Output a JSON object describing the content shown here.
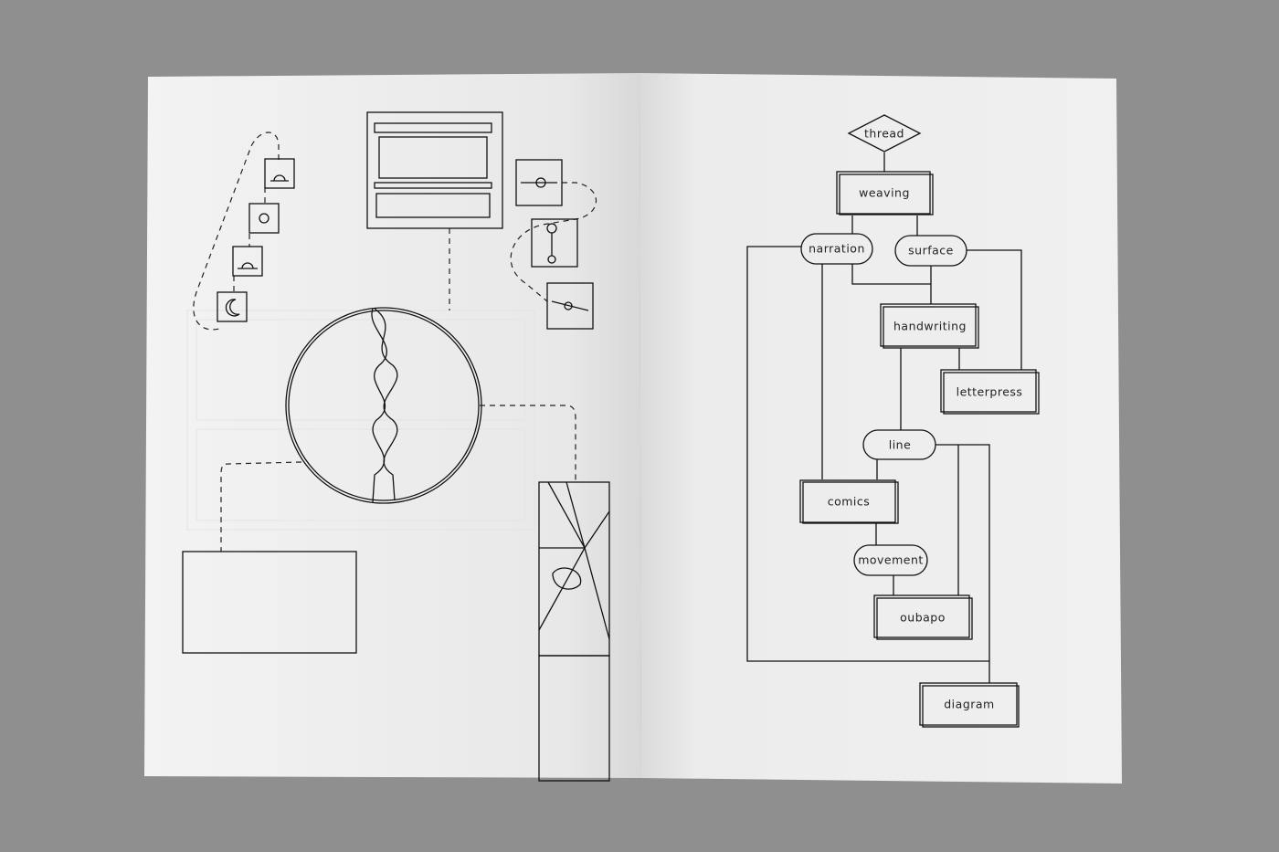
{
  "booklet": {
    "left_page": {
      "illustrations": [
        "loom-illustration",
        "twisted-rope-circle",
        "knit-pattern",
        "spider-web-panel",
        "woven-checker-pattern"
      ],
      "icons": [
        "sunrise-icon",
        "sun-icon",
        "sunset-icon",
        "moon-icon",
        "bobbin-icon",
        "spindle-icon",
        "thread-knot-icon"
      ]
    },
    "right_page": {
      "flowchart": {
        "nodes": {
          "thread": "thread",
          "weaving": "weaving",
          "narration": "narration",
          "surface": "surface",
          "handwriting": "handwriting",
          "letterpress": "letterpress",
          "line": "line",
          "comics": "comics",
          "movement": "movement",
          "oubapo": "oubapo",
          "diagram": "diagram"
        }
      }
    }
  },
  "colors": {
    "background": "#8f8f8f",
    "paper": "#f1f1f1",
    "ink": "#111111"
  }
}
